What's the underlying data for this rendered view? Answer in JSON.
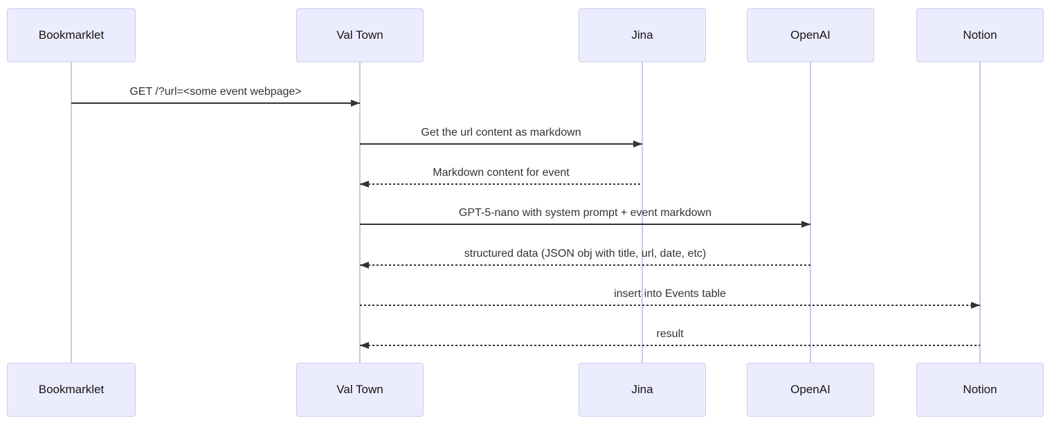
{
  "diagram": {
    "type": "sequence-diagram",
    "participants": [
      {
        "id": "bookmarklet",
        "label": "Bookmarklet"
      },
      {
        "id": "valtown",
        "label": "Val Town"
      },
      {
        "id": "jina",
        "label": "Jina"
      },
      {
        "id": "openai",
        "label": "OpenAI"
      },
      {
        "id": "notion",
        "label": "Notion"
      }
    ],
    "messages": [
      {
        "from": "Bookmarklet",
        "to": "Val Town",
        "label": "GET /?url=<some event webpage>",
        "line": "solid",
        "direction": "right"
      },
      {
        "from": "Val Town",
        "to": "Jina",
        "label": "Get the url content as markdown",
        "line": "solid",
        "direction": "right"
      },
      {
        "from": "Jina",
        "to": "Val Town",
        "label": "Markdown content for event",
        "line": "dashed",
        "direction": "left"
      },
      {
        "from": "Val Town",
        "to": "OpenAI",
        "label": "GPT-5-nano with system prompt + event markdown",
        "line": "solid",
        "direction": "right"
      },
      {
        "from": "OpenAI",
        "to": "Val Town",
        "label": "structured data (JSON obj with title, url, date, etc)",
        "line": "dashed",
        "direction": "left"
      },
      {
        "from": "Val Town",
        "to": "Notion",
        "label": "insert into Events table",
        "line": "dashed",
        "direction": "right"
      },
      {
        "from": "Notion",
        "to": "Val Town",
        "label": "result",
        "line": "dashed",
        "direction": "left"
      }
    ],
    "colors": {
      "actor_fill": "#ECECFF",
      "actor_border": "#CFC9EC",
      "lifeline": "#CBC7EA",
      "message_line": "#333333",
      "message_text": "#333333",
      "background": "#FFFFFF"
    }
  }
}
